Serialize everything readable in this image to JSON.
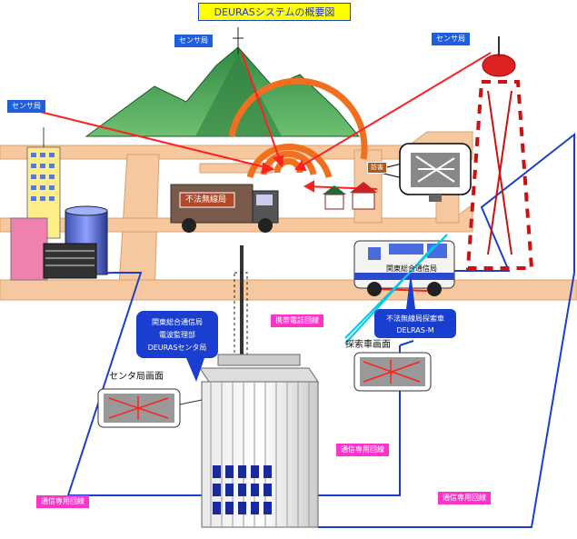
{
  "title": "DEURASシステムの概要図",
  "sensor_labels": {
    "mountain": "センサ局",
    "tower": "センサ局",
    "building": "センサ局"
  },
  "center_callout": [
    "関東総合通信局",
    "電波監理部",
    "DEURASセンタ局"
  ],
  "vehicle_callout": [
    "不法無線局探索車",
    "DELRAS-M"
  ],
  "truck_label": "不法無線局",
  "van_label": "関東総合通信局",
  "station_tag": "妨害",
  "screens": {
    "center": "センタ局画面",
    "vehicle": "探索車画面"
  },
  "lines": {
    "mobile": "携帯電話回線",
    "dedicated_1": "通信専用回線",
    "dedicated_2": "通信専用回線",
    "dedicated_3": "通信専用回線"
  },
  "colors": {
    "accent_blue": "#1a3fd0",
    "signal_red": "#ff2020",
    "wave_orange": "#f07020",
    "road": "#f5c8a0",
    "mountain": "#3f9a50",
    "line_pink": "#ff33cc"
  }
}
